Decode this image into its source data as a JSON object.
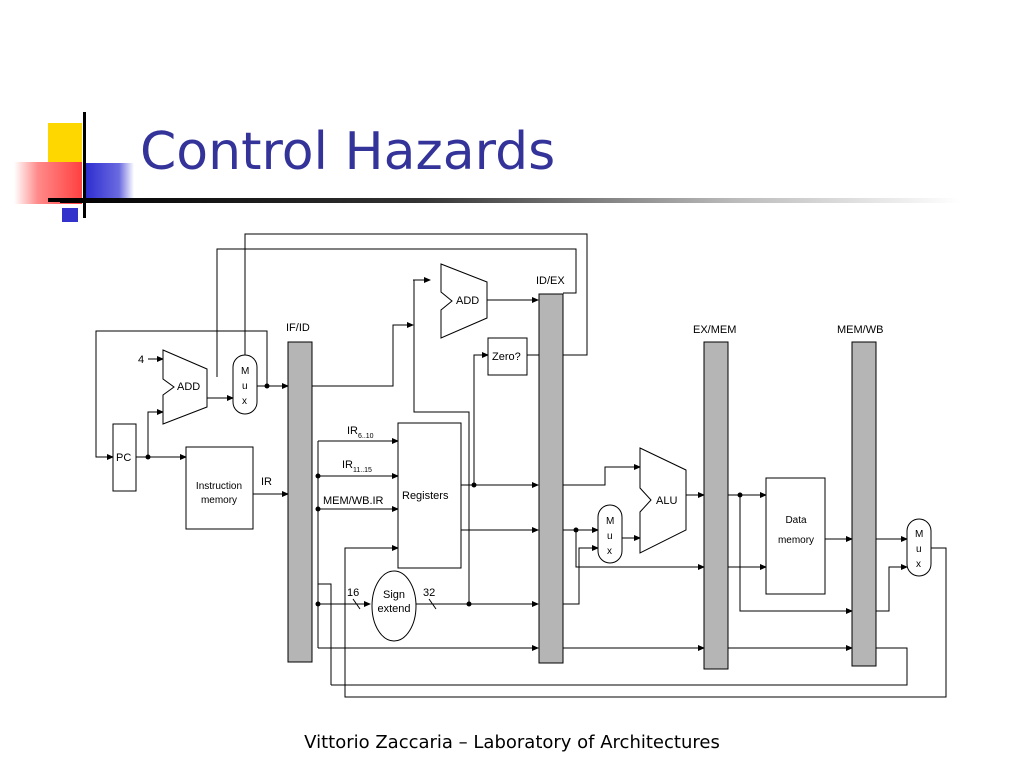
{
  "slide": {
    "title": "Control Hazards",
    "footer": "Vittorio Zaccaria – Laboratory of Architectures"
  },
  "colors": {
    "title": "#333399",
    "deco_yellow": "#ffd700",
    "deco_red": "#ff5a5a",
    "deco_blue": "#3333cc",
    "pipeline_register": "#b5b5b5"
  },
  "diagram": {
    "pipeline_registers": {
      "if_id": "IF/ID",
      "id_ex": "ID/EX",
      "ex_mem": "EX/MEM",
      "mem_wb": "MEM/WB"
    },
    "blocks": {
      "pc": "PC",
      "add_pc": "ADD",
      "add_branch": "ADD",
      "mux_letters": [
        "M",
        "u",
        "x"
      ],
      "instruction_memory": [
        "Instruction",
        "memory"
      ],
      "registers": "Registers",
      "zero": "Zero?",
      "alu": "ALU",
      "data_memory": [
        "Data",
        "memory"
      ],
      "sign_extend": [
        "Sign",
        "extend"
      ]
    },
    "labels": {
      "const_four": "4",
      "ir": "IR",
      "ir_rs": "IR",
      "ir_rs_sub": "6..10",
      "ir_rt": "IR",
      "ir_rt_sub": "11..15",
      "mem_wb_ir": "MEM/WB.IR",
      "bits_16": "16",
      "bits_32": "32"
    }
  }
}
